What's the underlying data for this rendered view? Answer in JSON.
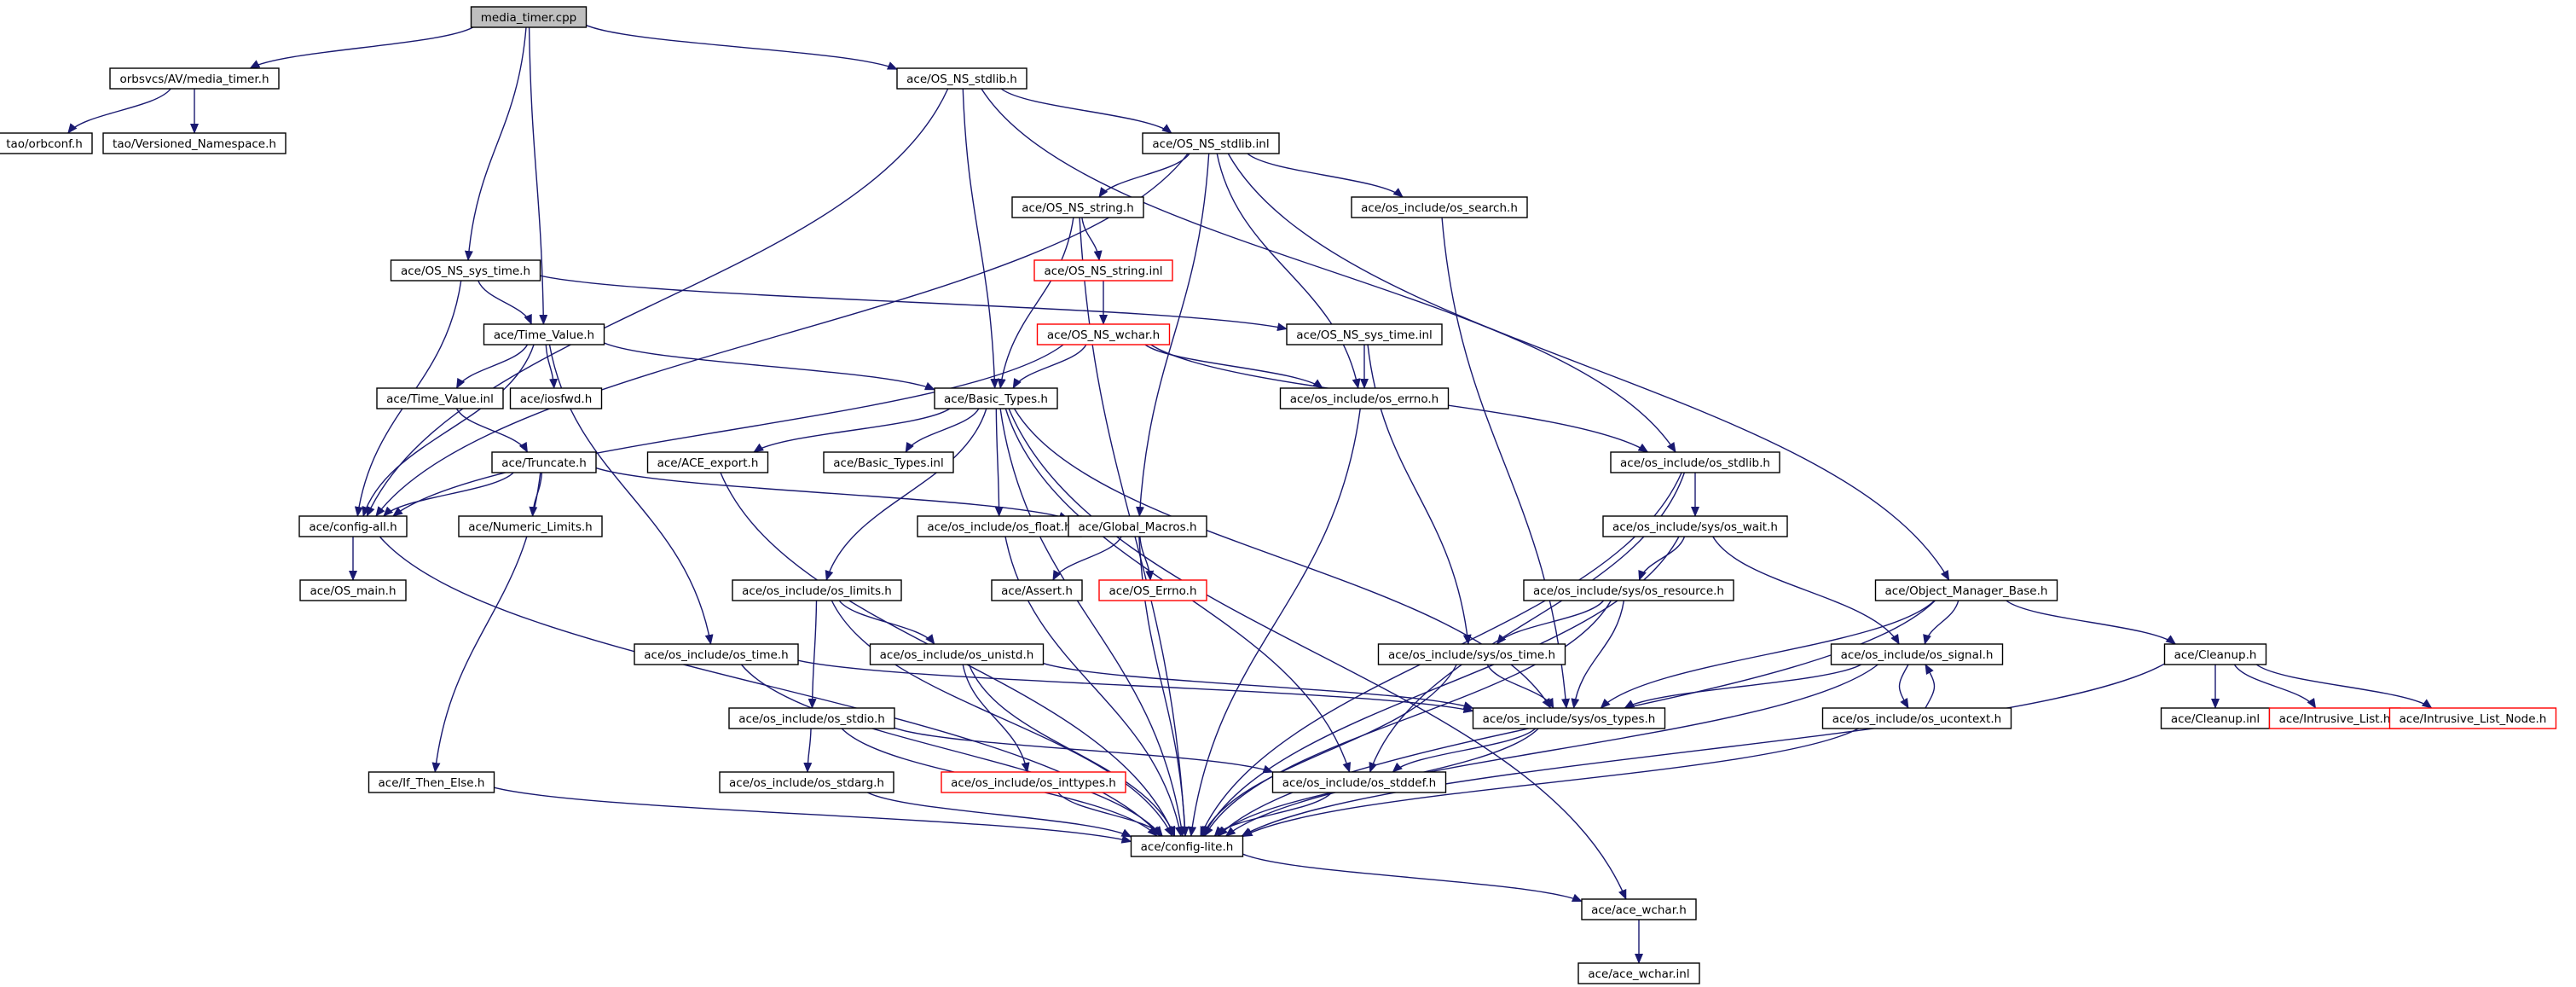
{
  "colors": {
    "edge": "#191970",
    "box": "#000000",
    "missing": "#ff0000",
    "root": "#bfbfbf"
  },
  "nodes": [
    {
      "id": "media_timer_cpp",
      "label": "media_timer.cpp",
      "root": true
    },
    {
      "id": "orbsvcs_media_timer_h",
      "label": "orbsvcs/AV/media_timer.h"
    },
    {
      "id": "ace_OS_NS_stdlib_h",
      "label": "ace/OS_NS_stdlib.h"
    },
    {
      "id": "tao_orbconf_h",
      "label": "tao/orbconf.h"
    },
    {
      "id": "tao_Versioned_Namespace_h",
      "label": "tao/Versioned_Namespace.h"
    },
    {
      "id": "ace_OS_NS_stdlib_inl",
      "label": "ace/OS_NS_stdlib.inl"
    },
    {
      "id": "ace_OS_NS_string_h",
      "label": "ace/OS_NS_string.h"
    },
    {
      "id": "ace_os_search_h",
      "label": "ace/os_include/os_search.h"
    },
    {
      "id": "ace_OS_NS_sys_time_h",
      "label": "ace/OS_NS_sys_time.h"
    },
    {
      "id": "ace_OS_NS_string_inl",
      "label": "ace/OS_NS_string.inl",
      "missing": true
    },
    {
      "id": "ace_Time_Value_h",
      "label": "ace/Time_Value.h"
    },
    {
      "id": "ace_OS_NS_wchar_h",
      "label": "ace/OS_NS_wchar.h",
      "missing": true
    },
    {
      "id": "ace_OS_NS_sys_time_inl",
      "label": "ace/OS_NS_sys_time.inl"
    },
    {
      "id": "ace_Time_Value_inl",
      "label": "ace/Time_Value.inl"
    },
    {
      "id": "ace_iosfwd_h",
      "label": "ace/iosfwd.h"
    },
    {
      "id": "ace_Basic_Types_h",
      "label": "ace/Basic_Types.h"
    },
    {
      "id": "ace_os_errno_h",
      "label": "ace/os_include/os_errno.h"
    },
    {
      "id": "ace_Truncate_h",
      "label": "ace/Truncate.h"
    },
    {
      "id": "ace_ACE_export_h",
      "label": "ace/ACE_export.h"
    },
    {
      "id": "ace_Basic_Types_inl",
      "label": "ace/Basic_Types.inl"
    },
    {
      "id": "ace_os_stdlib_h",
      "label": "ace/os_include/os_stdlib.h"
    },
    {
      "id": "ace_config_all_h",
      "label": "ace/config-all.h"
    },
    {
      "id": "ace_Numeric_Limits_h",
      "label": "ace/Numeric_Limits.h"
    },
    {
      "id": "ace_os_float_h",
      "label": "ace/os_include/os_float.h"
    },
    {
      "id": "ace_Global_Macros_h",
      "label": "ace/Global_Macros.h"
    },
    {
      "id": "ace_os_sys_wait_h",
      "label": "ace/os_include/sys/os_wait.h"
    },
    {
      "id": "ace_OS_main_h",
      "label": "ace/OS_main.h"
    },
    {
      "id": "ace_Assert_h",
      "label": "ace/Assert.h"
    },
    {
      "id": "ace_OS_Errno_h",
      "label": "ace/OS_Errno.h",
      "missing": true
    },
    {
      "id": "ace_os_limits_h",
      "label": "ace/os_include/os_limits.h"
    },
    {
      "id": "ace_os_sys_resource_h",
      "label": "ace/os_include/sys/os_resource.h"
    },
    {
      "id": "ace_Object_Manager_Base_h",
      "label": "ace/Object_Manager_Base.h"
    },
    {
      "id": "ace_os_time_h",
      "label": "ace/os_include/os_time.h"
    },
    {
      "id": "ace_os_unistd_h",
      "label": "ace/os_include/os_unistd.h"
    },
    {
      "id": "ace_os_sys_time_h",
      "label": "ace/os_include/sys/os_time.h"
    },
    {
      "id": "ace_os_signal_h",
      "label": "ace/os_include/os_signal.h"
    },
    {
      "id": "ace_Cleanup_h",
      "label": "ace/Cleanup.h"
    },
    {
      "id": "ace_os_stdio_h",
      "label": "ace/os_include/os_stdio.h"
    },
    {
      "id": "ace_os_sys_types_h",
      "label": "ace/os_include/sys/os_types.h"
    },
    {
      "id": "ace_os_ucontext_h",
      "label": "ace/os_include/os_ucontext.h"
    },
    {
      "id": "ace_Cleanup_inl",
      "label": "ace/Cleanup.inl"
    },
    {
      "id": "ace_Intrusive_List_h",
      "label": "ace/Intrusive_List.h",
      "missing": true
    },
    {
      "id": "ace_Intrusive_List_Node_h",
      "label": "ace/Intrusive_List_Node.h",
      "missing": true
    },
    {
      "id": "ace_If_Then_Else_h",
      "label": "ace/If_Then_Else.h"
    },
    {
      "id": "ace_os_stdarg_h",
      "label": "ace/os_include/os_stdarg.h"
    },
    {
      "id": "ace_os_inttypes_h",
      "label": "ace/os_include/os_inttypes.h",
      "missing": true
    },
    {
      "id": "ace_os_stddef_h",
      "label": "ace/os_include/os_stddef.h"
    },
    {
      "id": "ace_config_lite_h",
      "label": "ace/config-lite.h"
    },
    {
      "id": "ace_ace_wchar_h",
      "label": "ace/ace_wchar.h"
    },
    {
      "id": "ace_ace_wchar_inl",
      "label": "ace/ace_wchar.inl"
    }
  ],
  "edges": [
    [
      "media_timer_cpp",
      "orbsvcs_media_timer_h"
    ],
    [
      "media_timer_cpp",
      "ace_OS_NS_stdlib_h"
    ],
    [
      "media_timer_cpp",
      "ace_OS_NS_sys_time_h"
    ],
    [
      "media_timer_cpp",
      "ace_Time_Value_h"
    ],
    [
      "orbsvcs_media_timer_h",
      "tao_orbconf_h"
    ],
    [
      "orbsvcs_media_timer_h",
      "tao_Versioned_Namespace_h"
    ],
    [
      "ace_OS_NS_stdlib_h",
      "ace_OS_NS_stdlib_inl"
    ],
    [
      "ace_OS_NS_stdlib_h",
      "ace_config_all_h"
    ],
    [
      "ace_OS_NS_stdlib_h",
      "ace_Basic_Types_h"
    ],
    [
      "ace_OS_NS_stdlib_h",
      "ace_os_stdlib_h"
    ],
    [
      "ace_OS_NS_stdlib_inl",
      "ace_OS_NS_string_h"
    ],
    [
      "ace_OS_NS_stdlib_inl",
      "ace_os_search_h"
    ],
    [
      "ace_OS_NS_stdlib_inl",
      "ace_config_all_h"
    ],
    [
      "ace_OS_NS_stdlib_inl",
      "ace_os_errno_h"
    ],
    [
      "ace_OS_NS_stdlib_inl",
      "ace_Global_Macros_h"
    ],
    [
      "ace_OS_NS_stdlib_inl",
      "ace_Object_Manager_Base_h"
    ],
    [
      "ace_OS_NS_string_h",
      "ace_OS_NS_string_inl"
    ],
    [
      "ace_OS_NS_string_h",
      "ace_Basic_Types_h"
    ],
    [
      "ace_OS_NS_string_h",
      "ace_config_lite_h"
    ],
    [
      "ace_os_search_h",
      "ace_os_sys_types_h"
    ],
    [
      "ace_OS_NS_string_inl",
      "ace_OS_NS_wchar_h"
    ],
    [
      "ace_OS_NS_wchar_h",
      "ace_Basic_Types_h"
    ],
    [
      "ace_OS_NS_wchar_h",
      "ace_os_errno_h"
    ],
    [
      "ace_OS_NS_wchar_h",
      "ace_config_all_h"
    ],
    [
      "ace_OS_NS_wchar_h",
      "ace_os_stdlib_h"
    ],
    [
      "ace_OS_NS_sys_time_h",
      "ace_Time_Value_h"
    ],
    [
      "ace_OS_NS_sys_time_h",
      "ace_OS_NS_sys_time_inl"
    ],
    [
      "ace_OS_NS_sys_time_h",
      "ace_config_all_h"
    ],
    [
      "ace_OS_NS_sys_time_inl",
      "ace_os_errno_h"
    ],
    [
      "ace_OS_NS_sys_time_inl",
      "ace_os_sys_time_h"
    ],
    [
      "ace_Time_Value_h",
      "ace_Time_Value_inl"
    ],
    [
      "ace_Time_Value_h",
      "ace_iosfwd_h"
    ],
    [
      "ace_Time_Value_h",
      "ace_Basic_Types_h"
    ],
    [
      "ace_Time_Value_h",
      "ace_os_time_h"
    ],
    [
      "ace_Time_Value_h",
      "ace_config_all_h"
    ],
    [
      "ace_Time_Value_inl",
      "ace_Truncate_h"
    ],
    [
      "ace_Truncate_h",
      "ace_config_all_h"
    ],
    [
      "ace_Truncate_h",
      "ace_Numeric_Limits_h"
    ],
    [
      "ace_Truncate_h",
      "ace_Global_Macros_h"
    ],
    [
      "ace_Truncate_h",
      "ace_If_Then_Else_h"
    ],
    [
      "ace_Basic_Types_h",
      "ace_ACE_export_h"
    ],
    [
      "ace_Basic_Types_h",
      "ace_Basic_Types_inl"
    ],
    [
      "ace_Basic_Types_h",
      "ace_os_float_h"
    ],
    [
      "ace_Basic_Types_h",
      "ace_os_limits_h"
    ],
    [
      "ace_Basic_Types_h",
      "ace_os_stddef_h"
    ],
    [
      "ace_Basic_Types_h",
      "ace_os_sys_types_h"
    ],
    [
      "ace_Basic_Types_h",
      "ace_config_lite_h"
    ],
    [
      "ace_Basic_Types_h",
      "ace_ace_wchar_h"
    ],
    [
      "ace_ACE_export_h",
      "ace_config_lite_h"
    ],
    [
      "ace_os_errno_h",
      "ace_config_lite_h"
    ],
    [
      "ace_os_stdlib_h",
      "ace_os_sys_wait_h"
    ],
    [
      "ace_os_stdlib_h",
      "ace_os_stddef_h"
    ],
    [
      "ace_os_stdlib_h",
      "ace_config_lite_h"
    ],
    [
      "ace_config_all_h",
      "ace_OS_main_h"
    ],
    [
      "ace_config_all_h",
      "ace_config_lite_h"
    ],
    [
      "ace_os_float_h",
      "ace_config_lite_h"
    ],
    [
      "ace_Global_Macros_h",
      "ace_Assert_h"
    ],
    [
      "ace_Global_Macros_h",
      "ace_OS_Errno_h"
    ],
    [
      "ace_Global_Macros_h",
      "ace_config_lite_h"
    ],
    [
      "ace_os_sys_wait_h",
      "ace_os_sys_resource_h"
    ],
    [
      "ace_os_sys_wait_h",
      "ace_os_signal_h"
    ],
    [
      "ace_os_sys_wait_h",
      "ace_config_lite_h"
    ],
    [
      "ace_os_limits_h",
      "ace_os_unistd_h"
    ],
    [
      "ace_os_limits_h",
      "ace_os_stdio_h"
    ],
    [
      "ace_os_limits_h",
      "ace_config_lite_h"
    ],
    [
      "ace_os_sys_resource_h",
      "ace_os_sys_time_h"
    ],
    [
      "ace_os_sys_resource_h",
      "ace_os_sys_types_h"
    ],
    [
      "ace_os_sys_resource_h",
      "ace_config_lite_h"
    ],
    [
      "ace_Object_Manager_Base_h",
      "ace_os_signal_h"
    ],
    [
      "ace_Object_Manager_Base_h",
      "ace_Cleanup_h"
    ],
    [
      "ace_Object_Manager_Base_h",
      "ace_os_sys_types_h"
    ],
    [
      "ace_Object_Manager_Base_h",
      "ace_config_lite_h"
    ],
    [
      "ace_os_time_h",
      "ace_os_sys_types_h"
    ],
    [
      "ace_os_time_h",
      "ace_config_lite_h"
    ],
    [
      "ace_os_unistd_h",
      "ace_os_sys_types_h"
    ],
    [
      "ace_os_unistd_h",
      "ace_os_inttypes_h"
    ],
    [
      "ace_os_unistd_h",
      "ace_config_lite_h"
    ],
    [
      "ace_os_sys_time_h",
      "ace_os_sys_types_h"
    ],
    [
      "ace_os_sys_time_h",
      "ace_config_lite_h"
    ],
    [
      "ace_os_signal_h",
      "ace_os_sys_types_h"
    ],
    [
      "ace_os_signal_h",
      "ace_os_ucontext_h"
    ],
    [
      "ace_os_signal_h",
      "ace_config_lite_h"
    ],
    [
      "ace_os_ucontext_h",
      "ace_os_signal_h"
    ],
    [
      "ace_os_ucontext_h",
      "ace_config_lite_h"
    ],
    [
      "ace_Cleanup_h",
      "ace_Cleanup_inl"
    ],
    [
      "ace_Cleanup_h",
      "ace_Intrusive_List_h"
    ],
    [
      "ace_Cleanup_h",
      "ace_Intrusive_List_Node_h"
    ],
    [
      "ace_Cleanup_h",
      "ace_config_lite_h"
    ],
    [
      "ace_os_stdio_h",
      "ace_os_stdarg_h"
    ],
    [
      "ace_os_stdio_h",
      "ace_os_stddef_h"
    ],
    [
      "ace_os_stdio_h",
      "ace_config_lite_h"
    ],
    [
      "ace_os_sys_types_h",
      "ace_os_stddef_h"
    ],
    [
      "ace_os_sys_types_h",
      "ace_config_lite_h"
    ],
    [
      "ace_If_Then_Else_h",
      "ace_config_lite_h"
    ],
    [
      "ace_os_stdarg_h",
      "ace_config_lite_h"
    ],
    [
      "ace_os_inttypes_h",
      "ace_config_lite_h"
    ],
    [
      "ace_os_stddef_h",
      "ace_config_lite_h"
    ],
    [
      "ace_config_lite_h",
      "ace_ace_wchar_h"
    ],
    [
      "ace_ace_wchar_h",
      "ace_ace_wchar_inl"
    ]
  ]
}
